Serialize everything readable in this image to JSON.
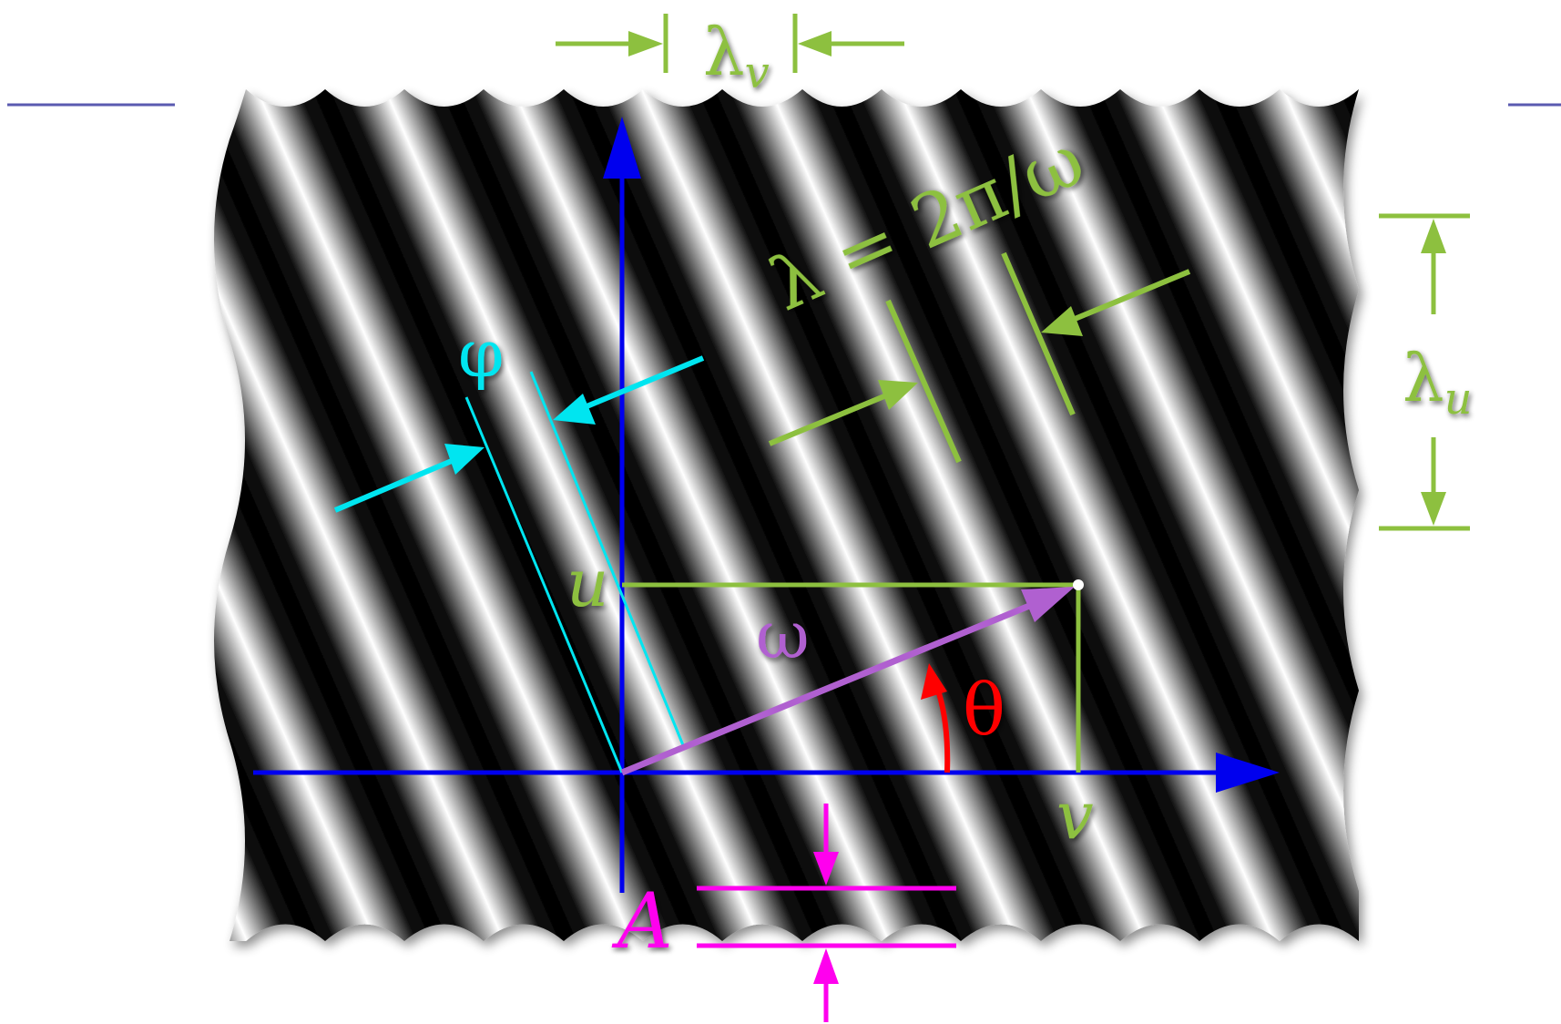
{
  "colors": {
    "axis": "#0000ee",
    "wavelength": "#8dc03f",
    "phase": "#00e5f0",
    "frequency_vector": "#b060d0",
    "angle": "#ff0000",
    "amplitude": "#ff00ee",
    "stripe_dark": "#000000",
    "stripe_light": "#ffffff",
    "slide_rule": "#5a5ab0"
  },
  "labels": {
    "lambda_v": "λ",
    "lambda_v_sub": "v",
    "lambda_u": "λ",
    "lambda_u_sub": "u",
    "wavelength_formula": "λ = 2π/ω",
    "phi": "φ",
    "u": "u",
    "v": "v",
    "omega": "ω",
    "theta": "θ",
    "A": "A"
  },
  "icons": {
    "grating": "sinusoidal-grating",
    "arrow": "arrowhead"
  }
}
